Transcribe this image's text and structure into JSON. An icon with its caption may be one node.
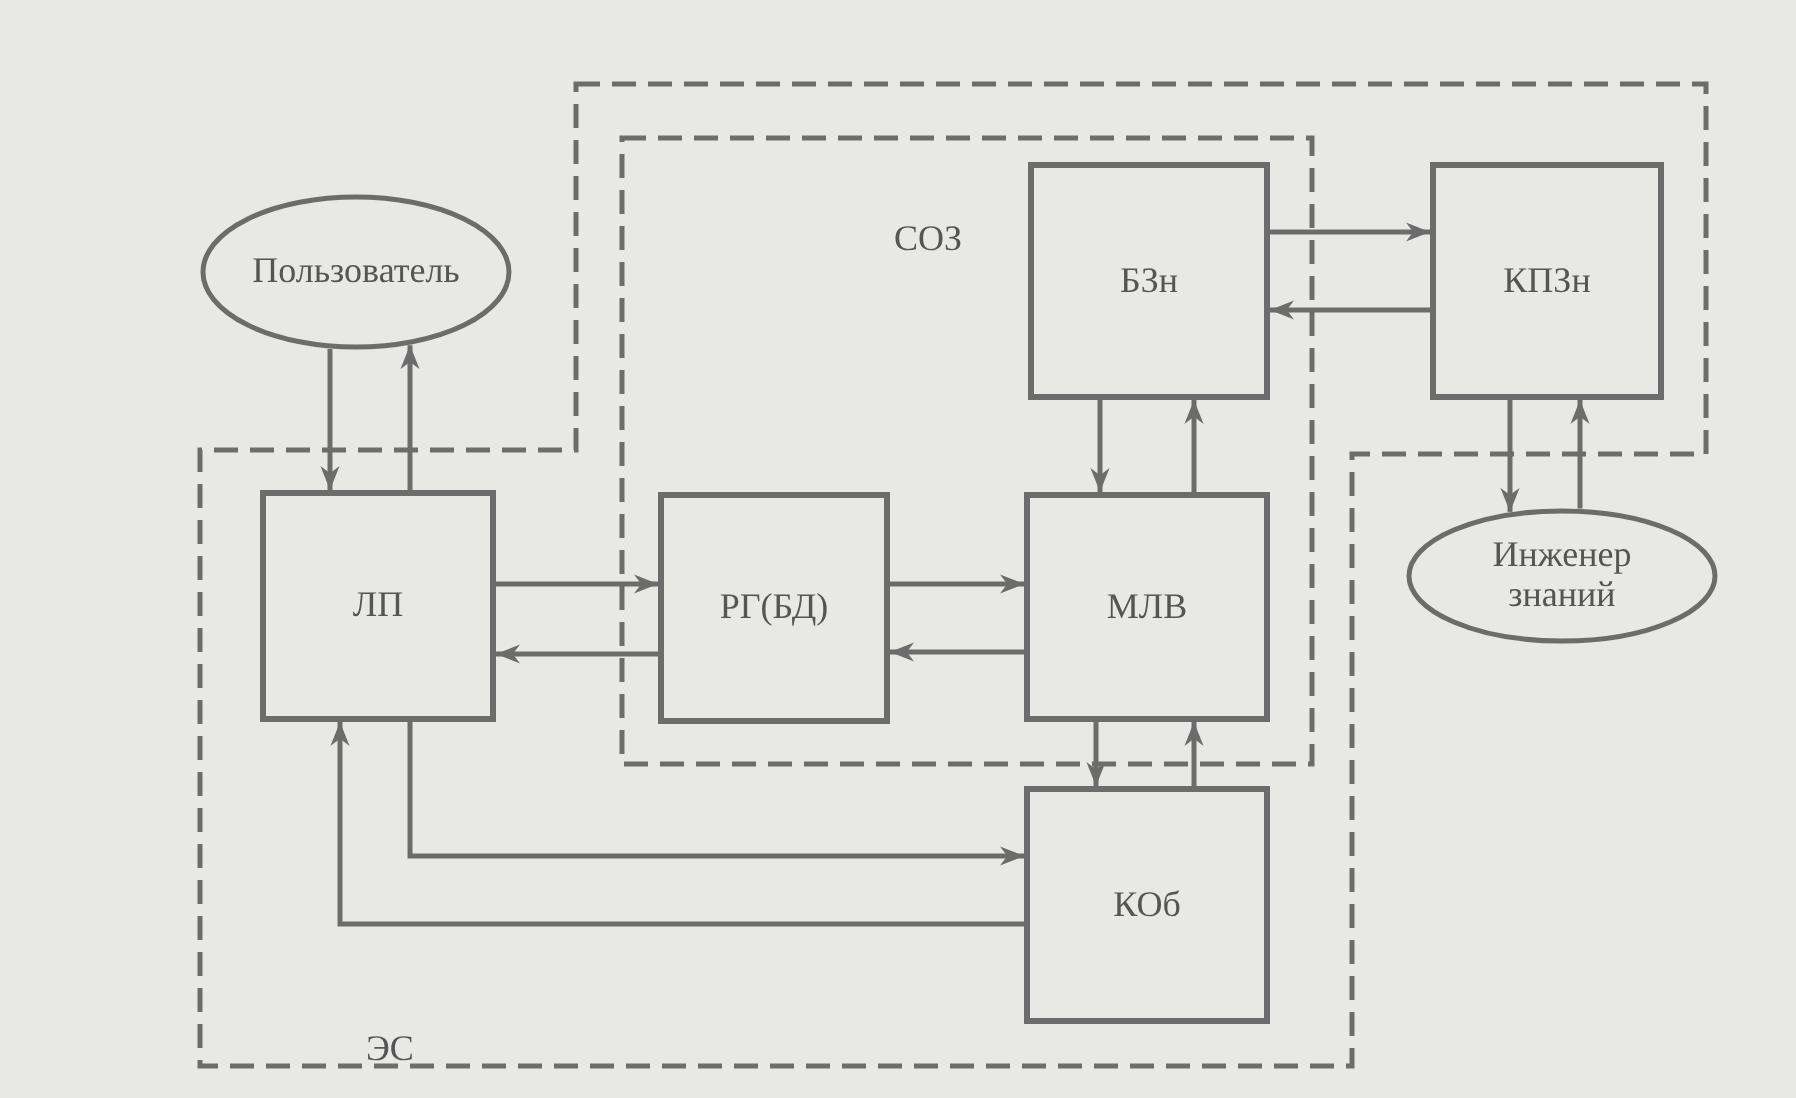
{
  "diagram": {
    "nodes": [
      {
        "text": [
          "ЭС"
        ]
      },
      {
        "text": [
          "СОЗ"
        ],
        "in": 0
      },
      {
        "text": [
          "БЗн"
        ],
        "in": 1
      },
      {
        "text": [
          "КПЗн"
        ],
        "in": 0
      },
      {
        "text": [
          "Пользователь"
        ]
      },
      {
        "text": [
          "ЛП"
        ],
        "in": 0
      },
      {
        "text": [
          "РГ(БД)"
        ],
        "in": 1
      },
      {
        "text": [
          "МЛВ"
        ],
        "in": 1
      },
      {
        "text": [
          "Инженер знаний"
        ]
      },
      {
        "text": [
          "КОб"
        ],
        "in": 0
      }
    ],
    "edges": [
      {
        "from": 4,
        "to": 5,
        "arrow": "to"
      },
      {
        "from": 5,
        "to": 4,
        "arrow": "to"
      },
      {
        "from": 5,
        "to": 6,
        "arrow": "to"
      },
      {
        "from": 6,
        "to": 5,
        "arrow": "to"
      },
      {
        "from": 6,
        "to": 7,
        "arrow": "to"
      },
      {
        "from": 7,
        "to": 6,
        "arrow": "to"
      },
      {
        "from": 2,
        "to": 7,
        "arrow": "to"
      },
      {
        "from": 7,
        "to": 2,
        "arrow": "to"
      },
      {
        "from": 2,
        "to": 3,
        "arrow": "to"
      },
      {
        "from": 3,
        "to": 2,
        "arrow": "to"
      },
      {
        "from": 3,
        "to": 8,
        "arrow": "to"
      },
      {
        "from": 8,
        "to": 3,
        "arrow": "to"
      },
      {
        "from": 7,
        "to": 9,
        "arrow": "to"
      },
      {
        "from": 9,
        "to": 7,
        "arrow": "to"
      },
      {
        "from": 5,
        "to": 9,
        "arrow": "to"
      },
      {
        "from": 9,
        "to": 5,
        "arrow": "to"
      }
    ]
  }
}
